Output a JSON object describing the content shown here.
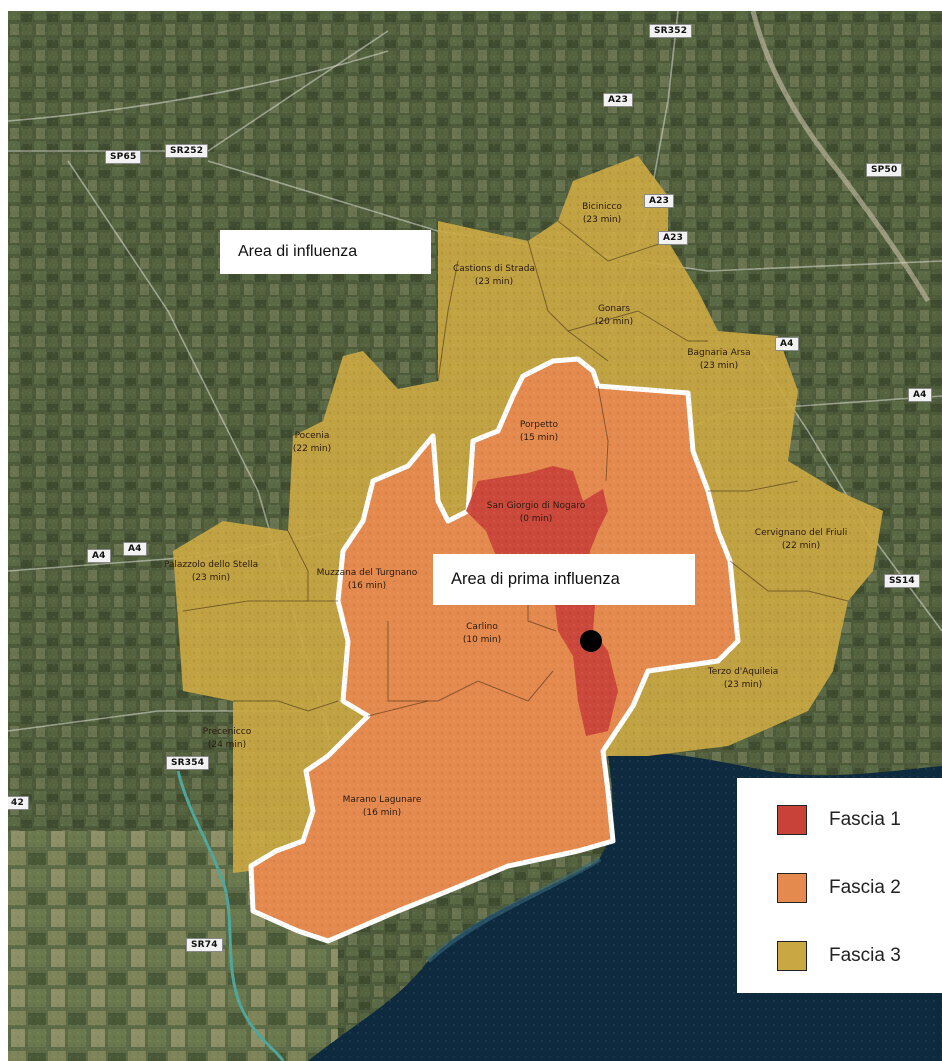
{
  "map": {
    "colors": {
      "fascia1": "#c9423a",
      "fascia2": "#e58a4e",
      "fascia3": "#c9a843",
      "sea": "#0e2a3f",
      "land": "#4b5a3a"
    },
    "area_labels": {
      "influence": "Area di influenza",
      "first_influence": "Area di prima influenza"
    },
    "road_badges": [
      {
        "id": "SR352",
        "text": "SR352"
      },
      {
        "id": "A23a",
        "text": "A23"
      },
      {
        "id": "SP65",
        "text": "SP65"
      },
      {
        "id": "SR252",
        "text": "SR252"
      },
      {
        "id": "SP50",
        "text": "SP50"
      },
      {
        "id": "A23b",
        "text": "A23"
      },
      {
        "id": "A23c",
        "text": "A23"
      },
      {
        "id": "A4a",
        "text": "A4"
      },
      {
        "id": "A4b",
        "text": "A4"
      },
      {
        "id": "A4c",
        "text": "A4"
      },
      {
        "id": "A4d",
        "text": "A4"
      },
      {
        "id": "SS14",
        "text": "SS14"
      },
      {
        "id": "SR354",
        "text": "SR354"
      },
      {
        "id": "SR74",
        "text": "SR74"
      },
      {
        "id": "42",
        "text": "42"
      }
    ],
    "municipalities": [
      {
        "name": "Bicinicco",
        "time": "(23 min)",
        "fascia": 3
      },
      {
        "name": "Castions di Strada",
        "time": "(23 min)",
        "fascia": 3
      },
      {
        "name": "Gonars",
        "time": "(20 min)",
        "fascia": 3
      },
      {
        "name": "Bagnaria Arsa",
        "time": "(23 min)",
        "fascia": 3
      },
      {
        "name": "Pocenia",
        "time": "(22 min)",
        "fascia": 3
      },
      {
        "name": "Porpetto",
        "time": "(15 min)",
        "fascia": 2
      },
      {
        "name": "San Giorgio di Nogaro",
        "time": "(0 min)",
        "fascia": 1
      },
      {
        "name": "Cervignano del Friuli",
        "time": "(22 min)",
        "fascia": 3
      },
      {
        "name": "Palazzolo dello Stella",
        "time": "(23 min)",
        "fascia": 3
      },
      {
        "name": "Muzzana del Turgnano",
        "time": "(16 min)",
        "fascia": 2
      },
      {
        "name": "Carlino",
        "time": "(10 min)",
        "fascia": 2
      },
      {
        "name": "Terzo d'Aquileia",
        "time": "(23 min)",
        "fascia": 3
      },
      {
        "name": "Precenicco",
        "time": "(24 min)",
        "fascia": 3
      },
      {
        "name": "Marano Lagunare",
        "time": "(16 min)",
        "fascia": 2
      }
    ]
  },
  "legend": {
    "items": [
      {
        "label": "Fascia 1",
        "color": "#c9423a"
      },
      {
        "label": "Fascia 2",
        "color": "#e58a4e"
      },
      {
        "label": "Fascia 3",
        "color": "#c9a843"
      }
    ]
  }
}
